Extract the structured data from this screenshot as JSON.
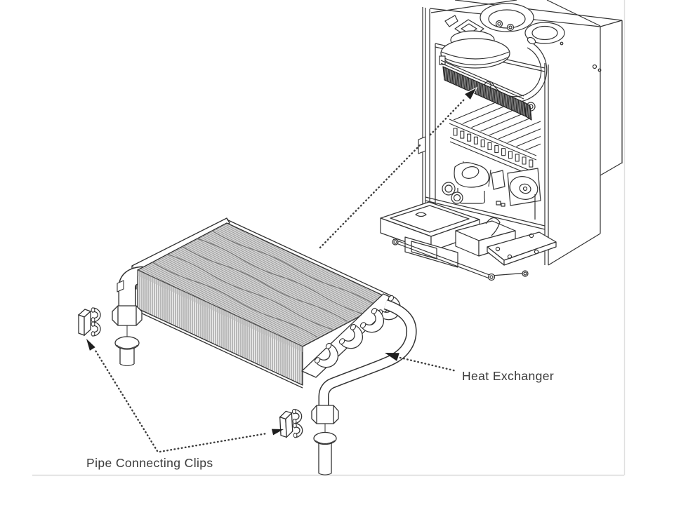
{
  "canvas": {
    "background": "#ffffff",
    "stroke_color": "#333333",
    "label_color": "#3a3a3a",
    "leader_color": "#3c3c3c",
    "page_rule_color": "#d9d9d9"
  },
  "diagram": {
    "type": "exploded-parts-illustration",
    "labels": {
      "pipe_clips": "Pipe Connecting Clips",
      "heat_exchanger": "Heat Exchanger"
    },
    "parts": [
      {
        "name": "boiler-unit"
      },
      {
        "name": "heat-exchanger-block"
      },
      {
        "name": "pipe-connecting-clip-left"
      },
      {
        "name": "pipe-connecting-clip-bottom"
      }
    ],
    "leaders": [
      {
        "name": "install-direction-leader",
        "style": "dotted-arrow"
      },
      {
        "name": "heat-exchanger-leader",
        "style": "dotted-arrow"
      },
      {
        "name": "pipe-clips-leader",
        "style": "dotted-arrow-double"
      }
    ]
  }
}
